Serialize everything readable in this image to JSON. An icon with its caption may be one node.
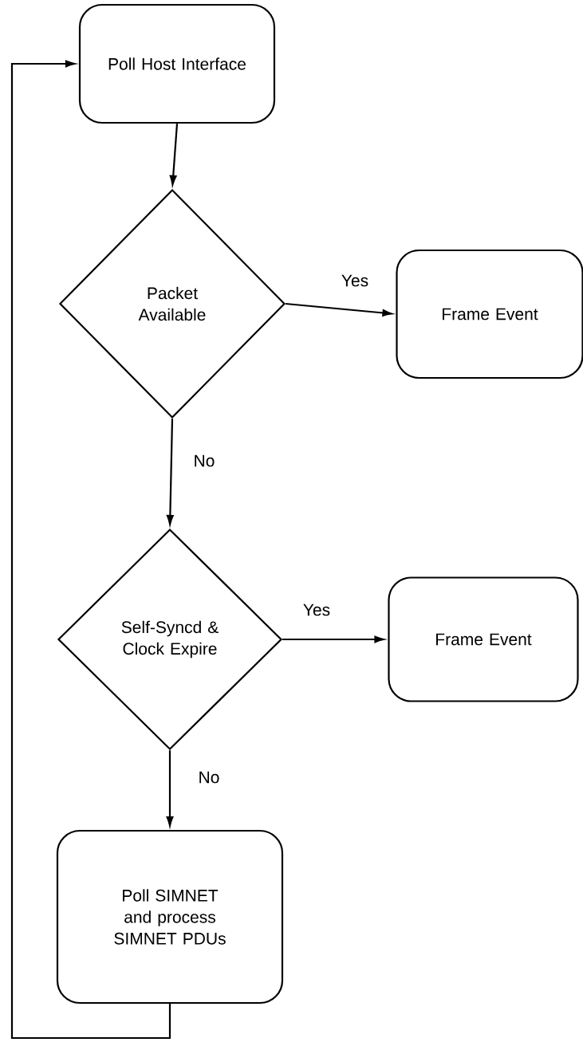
{
  "diagram": {
    "nodes": [
      {
        "text": [
          "Poll Host Interface"
        ]
      },
      {
        "text": [
          "Packet Available"
        ]
      },
      {
        "text": [
          "Frame Event"
        ]
      },
      {
        "text": [
          "Self-Syncd & Clock Expire"
        ]
      },
      {
        "text": [
          "Frame Event"
        ]
      },
      {
        "text": [
          "Poll SIMNET and process SIMNET PDUs"
        ]
      }
    ],
    "edges": [
      {
        "from": 0,
        "to": 1,
        "arrow": "to"
      },
      {
        "from": 1,
        "to": 2,
        "arrow": "to",
        "label": "Yes"
      },
      {
        "from": 1,
        "to": 3,
        "arrow": "to",
        "label": "No"
      },
      {
        "from": 3,
        "to": 4,
        "arrow": "to",
        "label": "Yes"
      },
      {
        "from": 3,
        "to": 5,
        "arrow": "to",
        "label": "No"
      },
      {
        "from": 5,
        "to": 0,
        "arrow": "to"
      }
    ]
  }
}
